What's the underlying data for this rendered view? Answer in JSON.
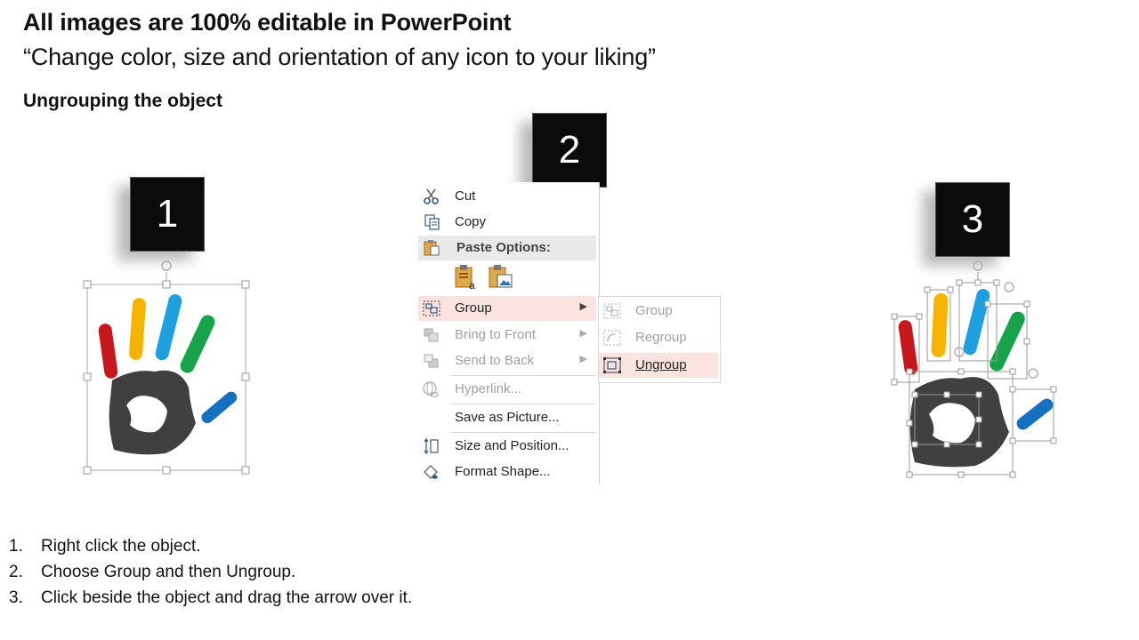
{
  "header": {
    "title": "All images are 100% editable in PowerPoint",
    "subtitle": "“Change color, size and orientation of any icon to your liking”",
    "section": "Ungrouping the object"
  },
  "badges": [
    "1",
    "2",
    "3"
  ],
  "context_menu": {
    "items": [
      {
        "label": "Cut",
        "icon": "scissors-icon"
      },
      {
        "label": "Copy",
        "icon": "copy-icon"
      },
      {
        "label": "Paste Options:",
        "icon": "paste-icon"
      },
      {
        "label": "Group",
        "icon": "group-icon"
      },
      {
        "label": "Bring to Front",
        "icon": "bring-to-front-icon"
      },
      {
        "label": "Send to Back",
        "icon": "send-to-back-icon"
      },
      {
        "label": "Hyperlink...",
        "icon": "hyperlink-icon"
      },
      {
        "label": "Save as Picture...",
        "icon": ""
      },
      {
        "label": "Size and Position...",
        "icon": "size-position-icon"
      },
      {
        "label": "Format Shape...",
        "icon": "format-shape-icon"
      }
    ]
  },
  "submenu": {
    "items": [
      {
        "label": "Group",
        "icon": "group-icon"
      },
      {
        "label": "Regroup",
        "icon": "regroup-icon"
      },
      {
        "label": "Ungroup",
        "icon": "ungroup-icon"
      }
    ]
  },
  "steps": [
    {
      "num": "1.",
      "text": "Right click the object."
    },
    {
      "num": "2.",
      "text": "Choose Group and then Ungroup."
    },
    {
      "num": "3.",
      "text": "Click beside the object and drag the arrow over it."
    }
  ],
  "colors": {
    "red": "#c8161d",
    "yellow": "#f4b400",
    "sky_blue": "#1ea0e0",
    "green": "#17a34a",
    "blue": "#1670c2",
    "palm": "#404040",
    "menu_highlight": "#fbe3e0"
  }
}
